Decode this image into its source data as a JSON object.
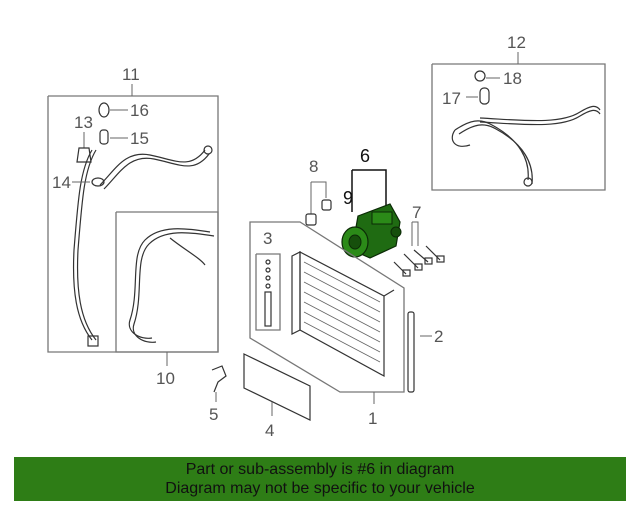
{
  "callouts": {
    "c1": "1",
    "c2": "2",
    "c3": "3",
    "c4": "4",
    "c5": "5",
    "c6": "6",
    "c7": "7",
    "c8": "8",
    "c9": "9",
    "c10": "10",
    "c11": "11",
    "c12": "12",
    "c13": "13",
    "c14": "14",
    "c15": "15",
    "c16": "16",
    "c17": "17",
    "c18": "18"
  },
  "footer": {
    "line1": "Part or sub-assembly is #6 in diagram",
    "line2": "Diagram may not be specific to your vehicle"
  },
  "colors": {
    "footer_bg": "#2e7d16",
    "compressor": "#1f6b12",
    "line_art": "#333333"
  }
}
